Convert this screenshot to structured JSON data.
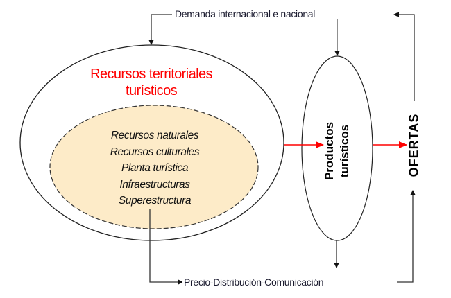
{
  "diagram": {
    "top_flow_label": "Demanda internacional e nacional",
    "bottom_flow_label": "Precio-Distribución-Comunicación",
    "outer_ellipse": {
      "title_line1": "Recursos territoriales",
      "title_line2": "turísticos",
      "title_color": "#ff0000"
    },
    "inner_ellipse": {
      "fill_color": "#fdebc8",
      "items": [
        "Recursos naturales",
        "Recursos culturales",
        "Planta turística",
        "Infraestructuras",
        "Superestructura"
      ]
    },
    "products_ellipse": {
      "line1": "Productos",
      "line2": "turísticos"
    },
    "offers_label": "OFERTAS",
    "colors": {
      "flow_arrow": "#ff0000",
      "line": "#333333"
    }
  }
}
